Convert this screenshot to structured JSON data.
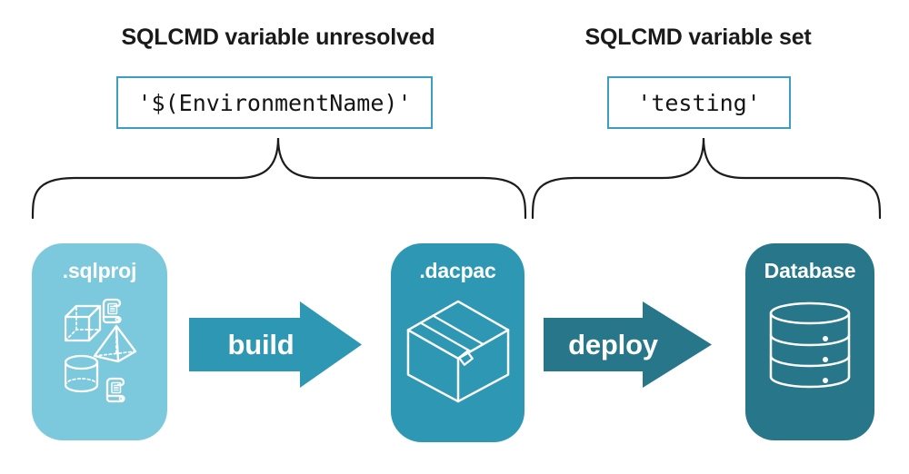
{
  "diagram": {
    "annotations": {
      "left": {
        "title": "SQLCMD variable unresolved",
        "code": "'$(EnvironmentName)'"
      },
      "right": {
        "title": "SQLCMD variable set",
        "code": "'testing'"
      }
    },
    "pipeline": {
      "nodes": [
        {
          "label": ".sqlproj",
          "icon": "sql-project-objects-icon"
        },
        {
          "label": ".dacpac",
          "icon": "package-box-icon"
        },
        {
          "label": "Database",
          "icon": "database-cylinder-icon"
        }
      ],
      "arrows": [
        {
          "label": "build"
        },
        {
          "label": "deploy"
        }
      ]
    },
    "colors": {
      "sqlproj_fill": "#7cc9de",
      "dacpac_fill": "#2e98b4",
      "build_arrow_fill": "#2e98b4",
      "database_fill": "#27768a",
      "deploy_arrow_fill": "#27768a",
      "code_box_border": "#3ba0bd",
      "heading_text": "#1a1a1a",
      "brace_stroke": "#1c1c1c",
      "icon_and_label_text": "#ffffff",
      "background": "#ffffff"
    }
  }
}
